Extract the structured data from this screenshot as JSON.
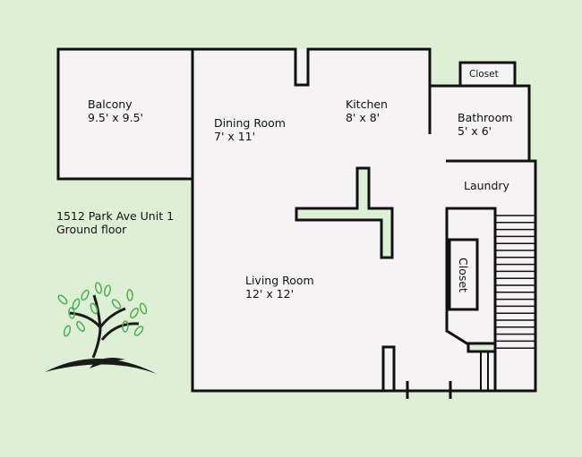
{
  "colors": {
    "background": "#ddf0d5",
    "floor": "#f5f3f3",
    "wall": "#111111",
    "leaf": "#4caf50"
  },
  "address": {
    "line1": "1512 Park Ave Unit 1",
    "line2": "Ground floor"
  },
  "rooms": {
    "balcony": {
      "name": "Balcony",
      "size": "9.5' x 9.5'"
    },
    "dining": {
      "name": "Dining Room",
      "size": "7' x 11'"
    },
    "kitchen": {
      "name": "Kitchen",
      "size": "8' x 8'"
    },
    "bathroom": {
      "name": "Bathroom",
      "size": "5' x 6'"
    },
    "closet_top": {
      "name": "Closet"
    },
    "laundry": {
      "name": "Laundry"
    },
    "living": {
      "name": "Living Room",
      "size": "12' x 12'"
    },
    "closet_side": {
      "name": "Closet"
    }
  },
  "logo": {
    "icon": "tree-icon"
  }
}
